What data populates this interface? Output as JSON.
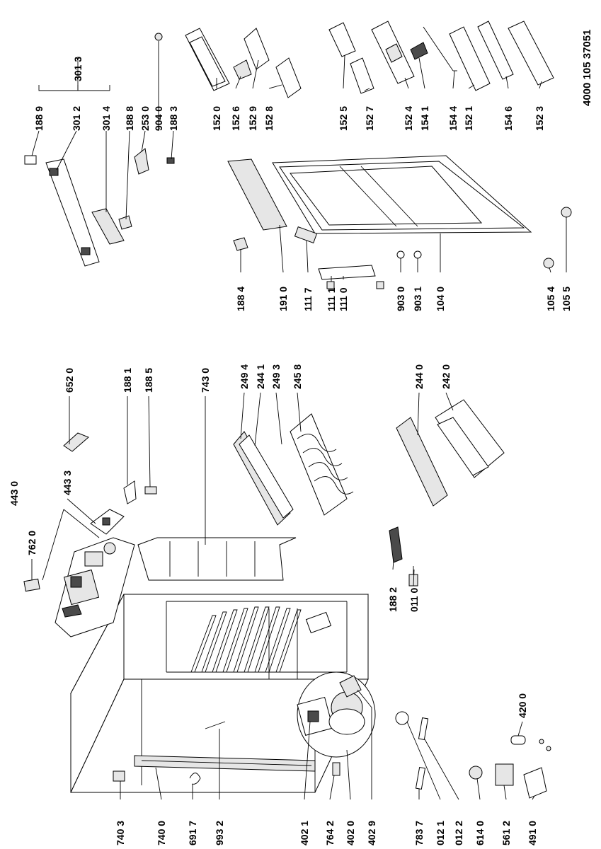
{
  "document_number": "4000 105 37051",
  "labels": {
    "p3013": "301 3",
    "p1889": "188 9",
    "p3012": "301 2",
    "p3014": "301 4",
    "p1888": "188 8",
    "p2530": "253 0",
    "p9040": "904 0",
    "p1883": "188 3",
    "p1520": "152 0",
    "p1526": "152 6",
    "p1529": "152 9",
    "p1528": "152 8",
    "p1525": "152 5",
    "p1527": "152 7",
    "p1524": "152 4",
    "p1541": "154 1",
    "p1544": "154 4",
    "p1521": "152 1",
    "p1546": "154 6",
    "p1523": "152 3",
    "p4430": "443 0",
    "p7620": "762 0",
    "p4433": "443 3",
    "p6520": "652 0",
    "p1881": "188 1",
    "p1885": "188 5",
    "p7430": "743 0",
    "p2494": "249 4",
    "p2441": "244 1",
    "p2493": "249 3",
    "p2458": "245 8",
    "p2440": "244 0",
    "p2420": "242 0",
    "p1884": "188 4",
    "p1910": "191 0",
    "p1117": "111 7",
    "p1111": "111 1",
    "p1110": "111 0",
    "p9030": "903 0",
    "p9031": "903 1",
    "p1040": "104 0",
    "p1054": "105 4",
    "p1055": "105 5",
    "p1882": "188 2",
    "p0110": "011 0",
    "p7403": "740 3",
    "p7400": "740 0",
    "p6917": "691 7",
    "p9932": "993 2",
    "p4021": "402 1",
    "p7642": "764 2",
    "p4020": "402 0",
    "p4029": "402 9",
    "p7837": "783 7",
    "p0121": "012 1",
    "p0122": "012 2",
    "p6140": "614 0",
    "p5612": "561 2",
    "p4910": "491 0",
    "p4200": "420 0"
  }
}
